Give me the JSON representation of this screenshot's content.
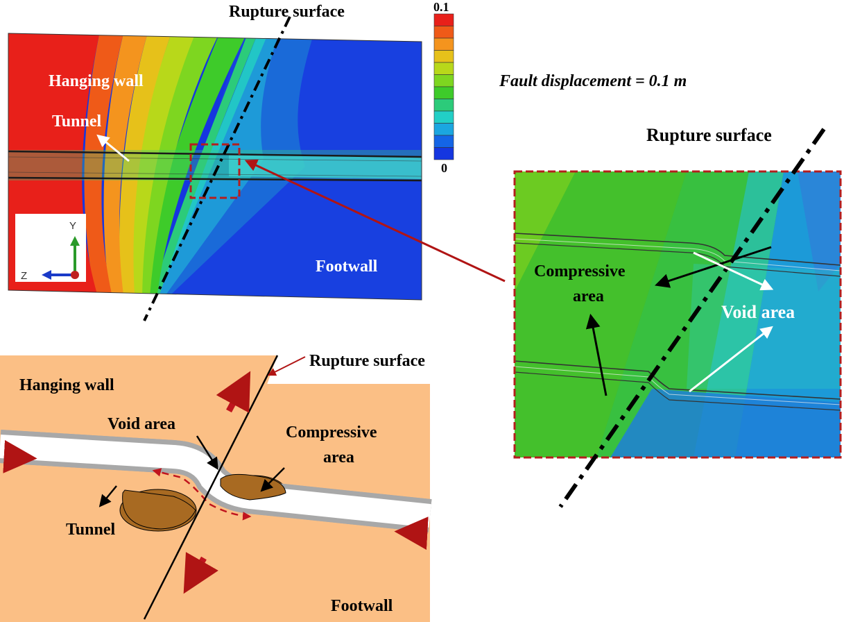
{
  "top_panel": {
    "rupture_label": "Rupture surface",
    "hanging_wall": "Hanging wall",
    "tunnel": "Tunnel",
    "footwall": "Footwall",
    "axis_y": "Y",
    "axis_z": "Z"
  },
  "colorbar": {
    "max": "0.1",
    "min": "0",
    "colors": [
      "#e8201a",
      "#ef5a18",
      "#f4941e",
      "#e6c11a",
      "#b8d81a",
      "#7ed620",
      "#3ecb2a",
      "#2ccb7a",
      "#22cfc6",
      "#1ba6e0",
      "#1465e6",
      "#1536e0"
    ]
  },
  "fault_displacement": "Fault displacement = 0.1 m",
  "zoom_panel": {
    "rupture_label": "Rupture surface",
    "compressive_line1": "Compressive",
    "compressive_line2": "area",
    "void_area": "Void area"
  },
  "schematic": {
    "rupture_label": "Rupture surface",
    "hanging_wall": "Hanging wall",
    "void_area": "Void area",
    "compressive_line1": "Compressive",
    "compressive_line2": "area",
    "tunnel": "Tunnel",
    "footwall": "Footwall"
  }
}
